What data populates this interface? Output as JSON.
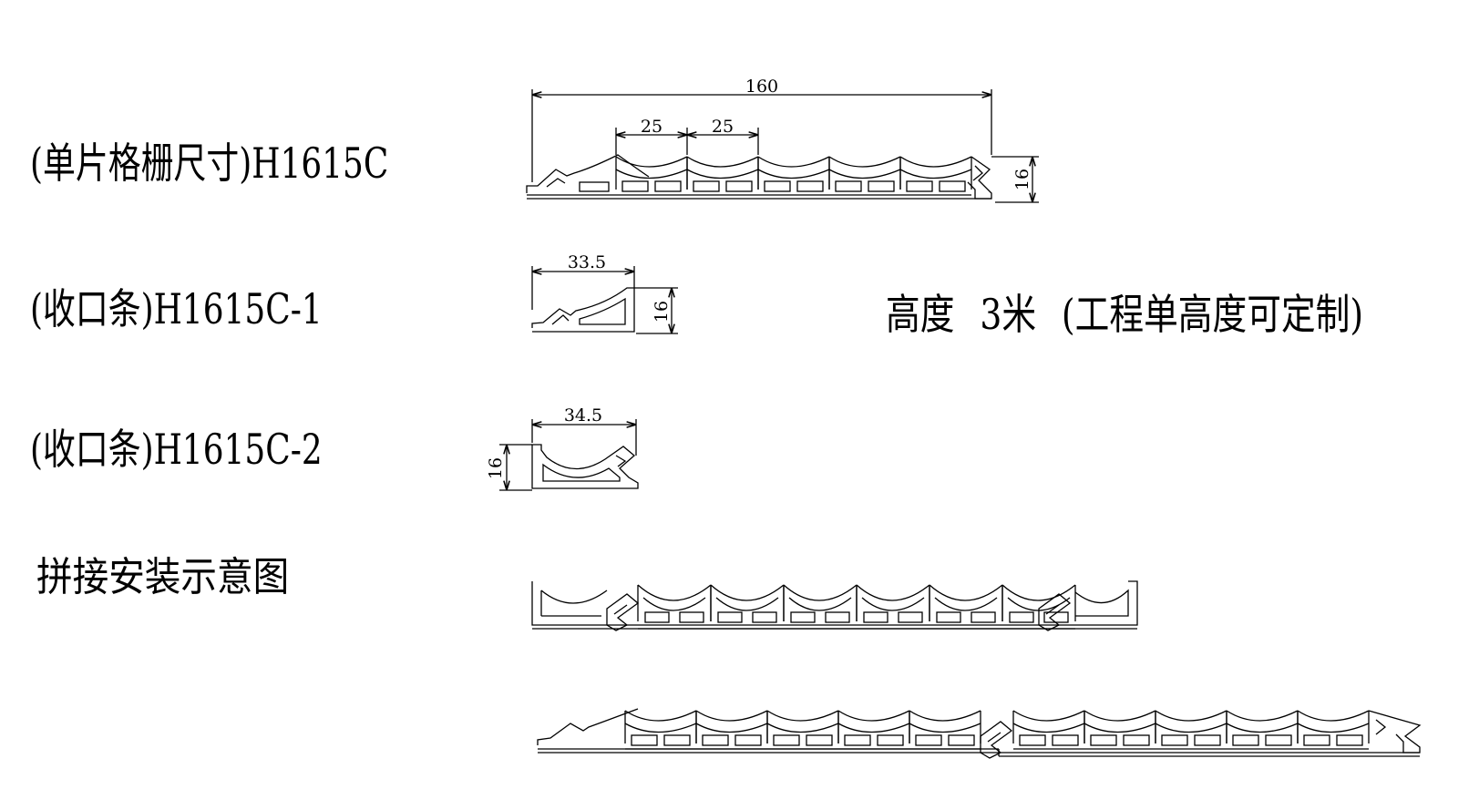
{
  "labels": {
    "main_profile": "(单片格栅尺寸)H1615C",
    "closing_strip_1": "(收口条)H1615C-1",
    "closing_strip_2": "(收口条)H1615C-2",
    "splice_diagram": "拼接安装示意图",
    "height_prefix": "高度",
    "height_value": "3米",
    "height_note": "(工程单高度可定制)"
  },
  "dimensions": {
    "main_width": "160",
    "main_pitch_1": "25",
    "main_pitch_2": "25",
    "main_height": "16",
    "strip1_width": "33.5",
    "strip1_height": "16",
    "strip2_width": "34.5",
    "strip2_height": "16"
  },
  "colors": {
    "line": "#000000",
    "background": "#ffffff"
  }
}
